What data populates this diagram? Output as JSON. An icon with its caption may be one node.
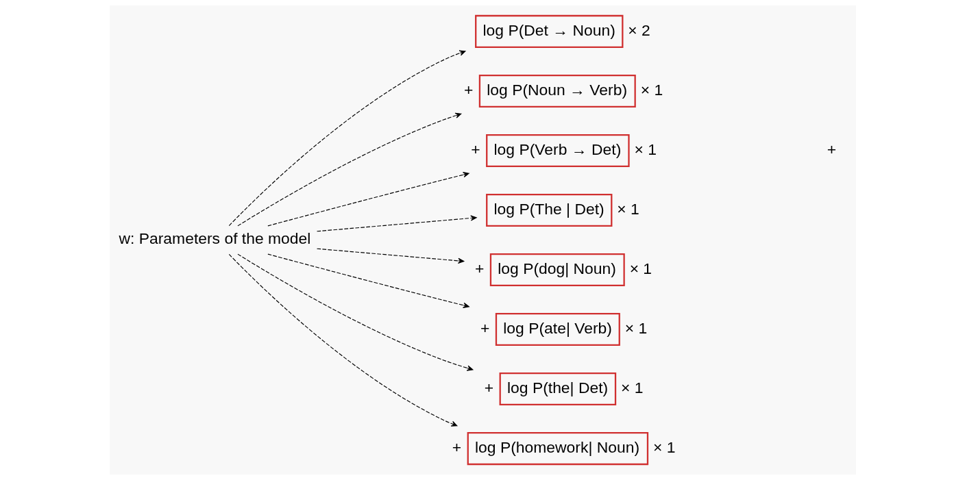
{
  "diagram": {
    "nodes": [
      {
        "text": [
          "log P(Det → Noun)"
        ],
        "beside": [
          "× 2"
        ]
      },
      {
        "text": [
          "log P(Noun → Verb)"
        ],
        "beside": [
          "+",
          "× 1"
        ]
      },
      {
        "text": [
          "log P(Verb → Det)"
        ],
        "beside": [
          "+",
          "× 1"
        ]
      },
      {
        "text": [
          "log P(The | Det)"
        ],
        "beside": [
          "× 1"
        ]
      },
      {
        "text": [
          "log P(dog| Noun)"
        ],
        "beside": [
          "+",
          "× 1"
        ]
      },
      {
        "text": [
          "log P(ate| Verb)"
        ],
        "beside": [
          "+",
          "× 1"
        ]
      },
      {
        "text": [
          "log P(the| Det)"
        ],
        "beside": [
          "+",
          "× 1"
        ]
      },
      {
        "text": [
          "log P(homework| Noun)"
        ],
        "beside": [
          "+",
          "× 1"
        ]
      },
      {
        "text": [
          "w: Parameters of the model"
        ]
      }
    ],
    "edges": [
      {
        "from": 8,
        "to": 0,
        "arrow": "to",
        "style": "dashed"
      },
      {
        "from": 8,
        "to": 1,
        "arrow": "to",
        "style": "dashed"
      },
      {
        "from": 8,
        "to": 2,
        "arrow": "to",
        "style": "dashed"
      },
      {
        "from": 8,
        "to": 3,
        "arrow": "to",
        "style": "dashed"
      },
      {
        "from": 8,
        "to": 4,
        "arrow": "to",
        "style": "dashed"
      },
      {
        "from": 8,
        "to": 5,
        "arrow": "to",
        "style": "dashed"
      },
      {
        "from": 8,
        "to": 6,
        "arrow": "to",
        "style": "dashed"
      },
      {
        "from": 8,
        "to": 7,
        "arrow": "to",
        "style": "dashed"
      }
    ],
    "labels": [
      "+"
    ]
  }
}
